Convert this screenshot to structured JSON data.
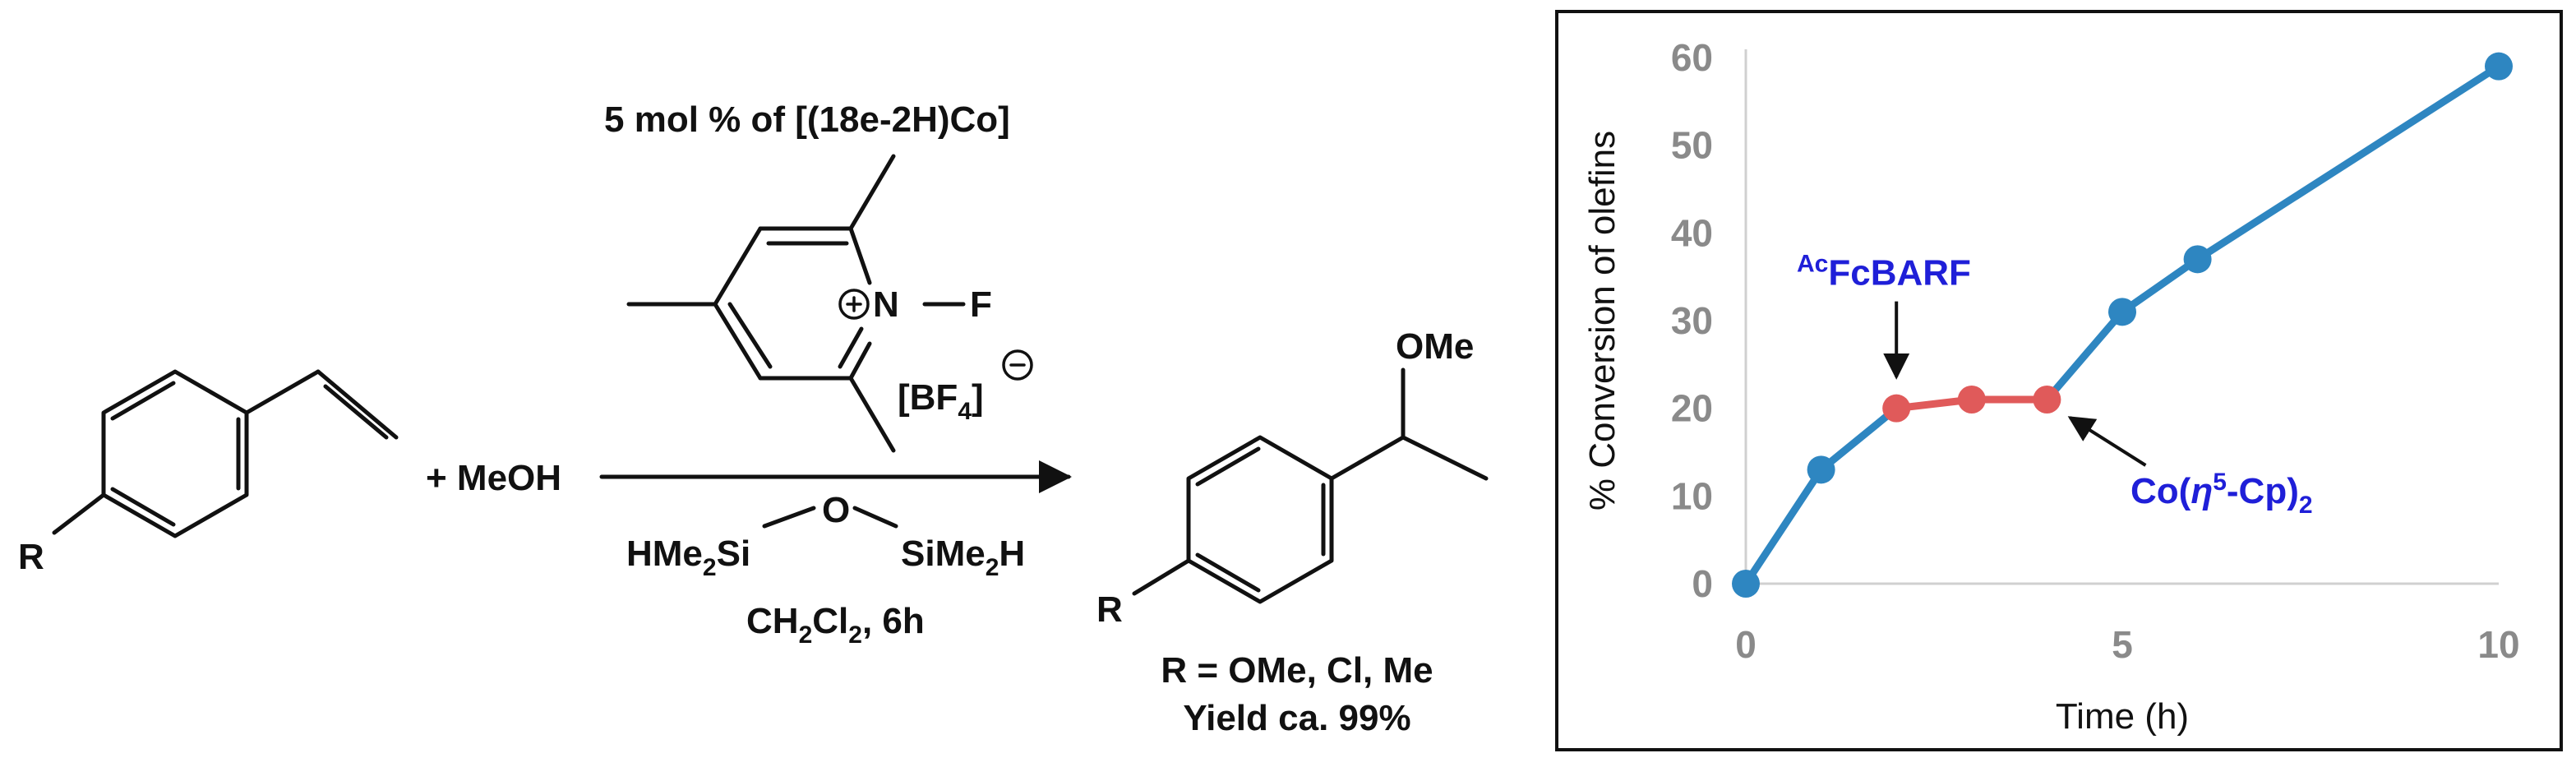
{
  "scheme": {
    "substituent_label": "R",
    "reagent": "+ MeOH",
    "catalyst": "5 mol % of [(18e-2H)Co]",
    "fluoride_atom": "F",
    "nitrogen_atom": "N",
    "counterion_open": "[BF",
    "counterion_sub": "4",
    "counterion_close": "]",
    "silane_left_main": "HMe",
    "silane_left_sub": "2",
    "silane_left_end": "Si",
    "silane_oxygen": "O",
    "silane_right_main": "SiMe",
    "silane_right_sub": "2",
    "silane_right_end": "H",
    "solvent_a": "CH",
    "solvent_sub1": "2",
    "solvent_b": "Cl",
    "solvent_sub2": "2",
    "solvent_c": ", 6h",
    "product_group": "OMe",
    "product_substituent_label": "R",
    "scope": "R = OMe, Cl, Me",
    "yield": "Yield ca. 99%"
  },
  "chart_data": {
    "type": "line",
    "xlabel": "Time (h)",
    "ylabel": "% Conversion of olefins",
    "xlim": [
      0,
      10
    ],
    "ylim": [
      0,
      60
    ],
    "xticks": [
      0,
      5,
      10
    ],
    "yticks": [
      0,
      10,
      20,
      30,
      40,
      50,
      60
    ],
    "grid": false,
    "series": [
      {
        "x": [
          0,
          1,
          2,
          3,
          4,
          5,
          6,
          10
        ],
        "y": [
          0,
          13,
          20,
          21,
          21,
          31,
          37,
          59
        ],
        "point_colors": [
          "#2e86c1",
          "#2e86c1",
          "#e05a5a",
          "#e05a5a",
          "#e05a5a",
          "#2e86c1",
          "#2e86c1",
          "#2e86c1"
        ],
        "line_color": "#2e86c1",
        "highlight_color": "#e05a5a"
      }
    ],
    "annotations": [
      {
        "sup": "Ac",
        "text": "FcBARF",
        "x": 2,
        "y": 20,
        "position": "above"
      },
      {
        "text_a": "Co(",
        "text_italic": "η",
        "text_sup": "5",
        "text_b": "-Cp)",
        "text_sub": "2",
        "x": 4,
        "y": 21,
        "position": "below-right"
      }
    ],
    "annotation_color": "#1f1fd8"
  }
}
